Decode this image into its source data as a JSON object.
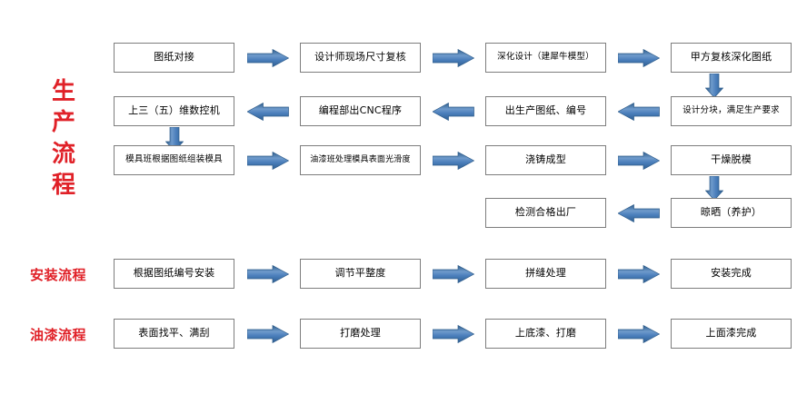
{
  "diagram": {
    "title_labels": [
      {
        "id": "production",
        "text": "生\n产\n流\n程",
        "chars": [
          "生",
          "产",
          "流",
          "程"
        ],
        "color": "#e02128"
      },
      {
        "id": "installation",
        "text": "安装流程",
        "color": "#e02128"
      },
      {
        "id": "painting",
        "text": "油漆流程",
        "color": "#e02128"
      }
    ],
    "colors": {
      "arrow_blue": "#4a7ebb",
      "arrow_blue_dark": "#2e5c8a",
      "arrow_blue_light": "#8aadd4",
      "box_border": "#7d7d7d",
      "box_fill": "#ffffff",
      "label_red": "#e02128",
      "text_black": "#000000"
    },
    "rows": [
      {
        "id": "production-row-1",
        "nodes": [
          {
            "id": "p1",
            "label": "图纸对接"
          },
          {
            "id": "p2",
            "label": "设计师现场尺寸复核"
          },
          {
            "id": "p3",
            "label": "深化设计（建犀牛模型）"
          },
          {
            "id": "p4",
            "label": "甲方复核深化图纸"
          }
        ]
      },
      {
        "id": "production-row-2",
        "nodes": [
          {
            "id": "p8",
            "label": "上三（五）维数控机"
          },
          {
            "id": "p7",
            "label": "编程部出CNC程序"
          },
          {
            "id": "p6",
            "label": "出生产图纸、编号"
          },
          {
            "id": "p5",
            "label": "设计分块，满足生产要求"
          }
        ]
      },
      {
        "id": "production-row-3",
        "nodes": [
          {
            "id": "p9",
            "label": "模具班根据图纸组装模具"
          },
          {
            "id": "p10",
            "label": "油漆班处理模具表面光滑度"
          },
          {
            "id": "p11",
            "label": "浇铸成型"
          },
          {
            "id": "p12",
            "label": "干燥脱模"
          }
        ]
      },
      {
        "id": "production-row-4",
        "nodes": [
          {
            "id": "p14",
            "label": "检测合格出厂"
          },
          {
            "id": "p13",
            "label": "晾晒（养护）"
          }
        ]
      },
      {
        "id": "installation-row",
        "nodes": [
          {
            "id": "i1",
            "label": "根据图纸编号安装"
          },
          {
            "id": "i2",
            "label": "调节平整度"
          },
          {
            "id": "i3",
            "label": "拼缝处理"
          },
          {
            "id": "i4",
            "label": "安装完成"
          }
        ]
      },
      {
        "id": "painting-row",
        "nodes": [
          {
            "id": "t1",
            "label": "表面找平、满刮"
          },
          {
            "id": "t2",
            "label": "打磨处理"
          },
          {
            "id": "t3",
            "label": "上底漆、打磨"
          },
          {
            "id": "t4",
            "label": "上面漆完成"
          }
        ]
      }
    ],
    "connectors": [
      {
        "id": "c1",
        "direction": "right"
      },
      {
        "id": "c2",
        "direction": "right"
      },
      {
        "id": "c3",
        "direction": "right"
      },
      {
        "id": "c4",
        "direction": "down"
      },
      {
        "id": "c5",
        "direction": "left"
      },
      {
        "id": "c6",
        "direction": "left"
      },
      {
        "id": "c7",
        "direction": "left"
      },
      {
        "id": "c8",
        "direction": "down"
      },
      {
        "id": "c9",
        "direction": "right"
      },
      {
        "id": "c10",
        "direction": "right"
      },
      {
        "id": "c11",
        "direction": "right"
      },
      {
        "id": "c12",
        "direction": "down"
      },
      {
        "id": "c13",
        "direction": "left"
      },
      {
        "id": "c14",
        "direction": "right"
      },
      {
        "id": "c15",
        "direction": "right"
      },
      {
        "id": "c16",
        "direction": "right"
      },
      {
        "id": "c17",
        "direction": "right"
      },
      {
        "id": "c18",
        "direction": "right"
      },
      {
        "id": "c19",
        "direction": "right"
      }
    ]
  }
}
